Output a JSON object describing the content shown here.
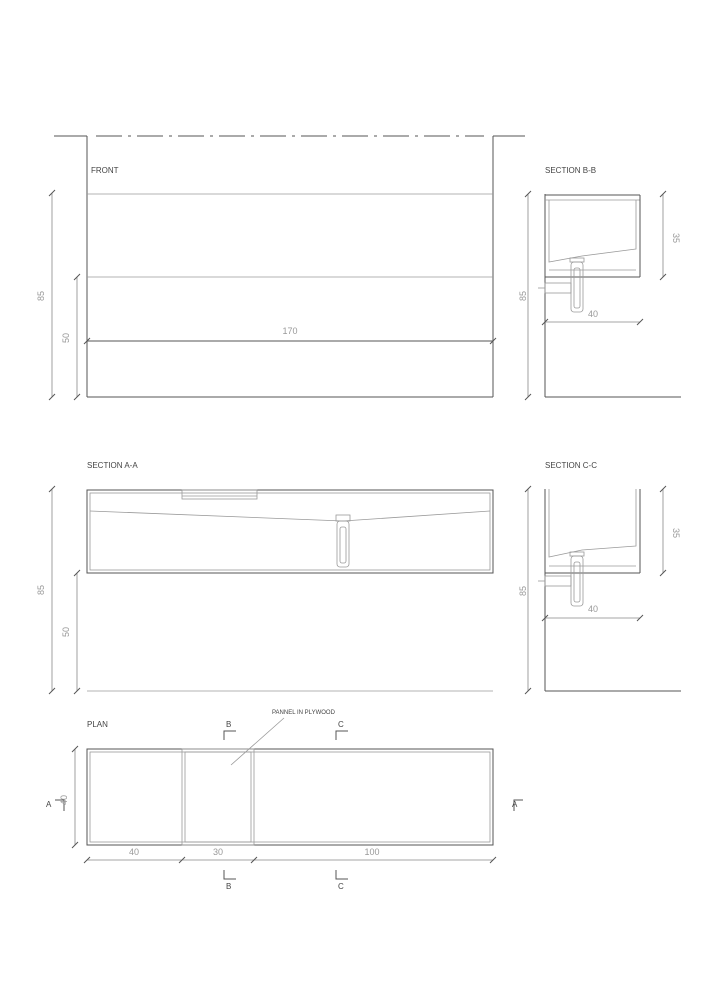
{
  "labels": {
    "front": "FRONT",
    "section_bb": "SECTION B-B",
    "section_aa": "SECTION A-A",
    "section_cc": "SECTION C-C",
    "plan": "PLAN",
    "plywood_note": "PANNEL IN PLYWOOD"
  },
  "front_view": {
    "height_total": "85",
    "height_counter": "50",
    "width": "170"
  },
  "section_bb": {
    "basin_depth": "35",
    "height_total": "85",
    "depth": "40"
  },
  "section_aa": {
    "height_total": "85",
    "height_counter": "50"
  },
  "section_cc": {
    "basin_depth": "35",
    "height_total": "85",
    "depth": "40"
  },
  "plan_view": {
    "depth": "40",
    "segment_left": "40",
    "segment_mid": "30",
    "segment_right": "100",
    "cut_a": "A",
    "cut_b": "B",
    "cut_c": "C"
  }
}
